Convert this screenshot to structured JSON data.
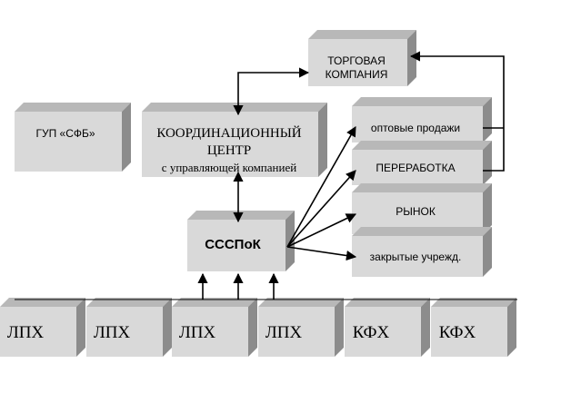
{
  "nodes": {
    "gup": {
      "label": "ГУП «СФБ»"
    },
    "coord": {
      "line1": "КООРДИНАЦИОННЫЙ",
      "line2": "ЦЕНТР",
      "line3": "с управляющей компанией"
    },
    "trade": {
      "line1": "ТОРГОВАЯ",
      "line2": "КОМПАНИЯ"
    },
    "wholesale": {
      "label": "оптовые продажи"
    },
    "processing": {
      "label": "ПЕРЕРАБОТКА"
    },
    "market": {
      "label": "РЫНОК"
    },
    "closed": {
      "label": "закрытые учрежд."
    },
    "sssp": {
      "label": "СССПоК"
    },
    "bottom": [
      {
        "label": "ЛПХ"
      },
      {
        "label": "ЛПХ"
      },
      {
        "label": "ЛПХ"
      },
      {
        "label": "ЛПХ"
      },
      {
        "label": "КФХ"
      },
      {
        "label": "КФХ"
      }
    ]
  },
  "colors": {
    "box_front": "#d9d9d9",
    "box_top": "#b8b8b8",
    "box_side": "#8c8c8c",
    "line": "#000000"
  }
}
